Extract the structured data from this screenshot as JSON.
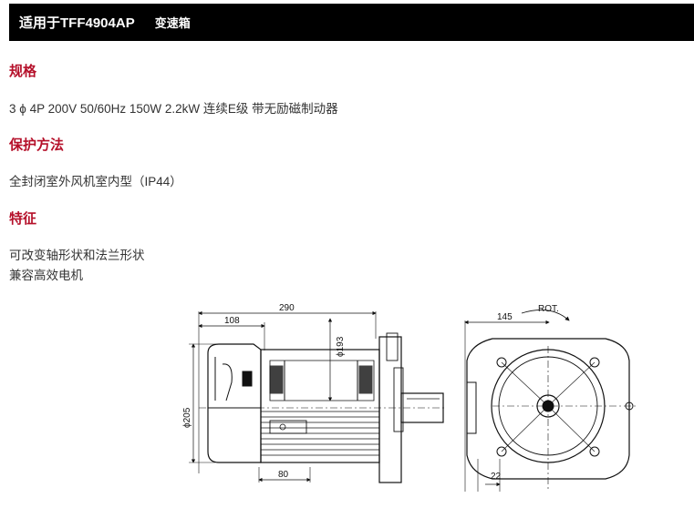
{
  "header": {
    "model": "适用于TFF4904AP",
    "type": "变速箱"
  },
  "sections": {
    "spec": {
      "title": "规格",
      "text": "3 ϕ  4P 200V 50/60Hz 150W 2.2kW 连续E级 带无励磁制动器"
    },
    "protection": {
      "title": "保护方法",
      "text": "全封闭室外风机室内型（IP44）"
    },
    "features": {
      "title": "特征",
      "lines": [
        "可改变轴形状和法兰形状",
        "兼容高效电机"
      ]
    }
  },
  "drawing": {
    "dim_290": "290",
    "dim_108": "108",
    "dim_193": "ϕ193",
    "dim_205": "ϕ205",
    "dim_80": "80",
    "dim_145": "145",
    "dim_22": "22",
    "rot_label": "ROT."
  }
}
